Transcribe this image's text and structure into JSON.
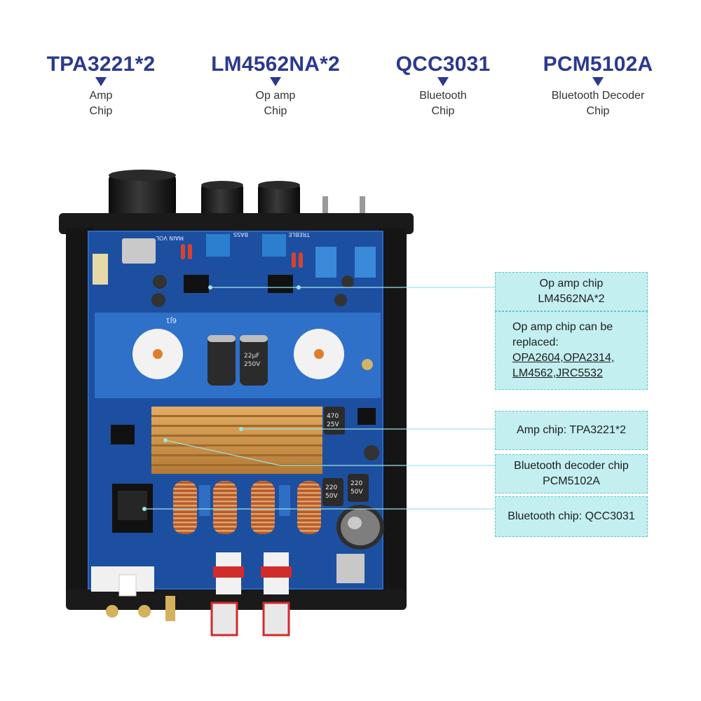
{
  "chips": [
    {
      "name": "TPA3221*2",
      "desc": [
        "Amp",
        "Chip"
      ]
    },
    {
      "name": "LM4562NA*2",
      "desc": [
        "Op amp",
        "Chip"
      ]
    },
    {
      "name": "QCC3031",
      "desc": [
        "Bluetooth",
        "Chip"
      ]
    },
    {
      "name": "PCM5102A",
      "desc": [
        "Bluetooth Decoder",
        "Chip"
      ]
    }
  ],
  "callouts": {
    "opamp": [
      "Op amp chip",
      "LM4562NA*2"
    ],
    "replace": {
      "title": [
        "Op amp chip can be",
        "replaced:"
      ],
      "options": [
        "OPA2604,OPA2314,",
        "LM4562,JRC5532"
      ]
    },
    "amp": "Amp chip: TPA3221*2",
    "decoder": [
      "Bluetooth decoder chip",
      "PCM5102A"
    ],
    "bluetooth": "Bluetooth chip: QCC3031"
  },
  "board_labels": {
    "main_vol": "MAIN VOL",
    "bass": "BASS",
    "treble": "TREBLE",
    "tube": "6J1",
    "cap_a": [
      "470",
      "25V"
    ],
    "cap_b": [
      "220",
      "50V"
    ],
    "cap_c": [
      "220",
      "50V"
    ],
    "cap_d": [
      "22µF",
      "250V"
    ]
  },
  "colors": {
    "heading": "#2b3a8e",
    "pcb": "#1d4fa0",
    "callout_bg": "#bfeff0",
    "heatsink": "#d59a4c",
    "coil": "#c06a35"
  }
}
